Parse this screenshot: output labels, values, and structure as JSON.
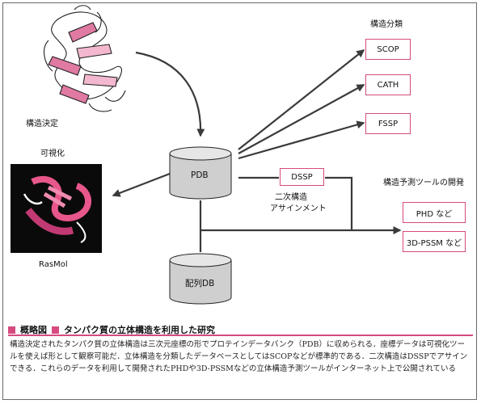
{
  "labels": {
    "structure_determination": "構造決定",
    "visualization": "可視化",
    "rasmol": "RasMol",
    "classification_title": "構造分類",
    "prediction_title": "構造予測ツールの開発",
    "secondary_assignment_line1": "二次構造",
    "secondary_assignment_line2": "アサインメント"
  },
  "databases": {
    "pdb": "PDB",
    "sequence_db": "配列DB"
  },
  "classification_boxes": [
    "SCOP",
    "CATH",
    "FSSP"
  ],
  "dssp": "DSSP",
  "prediction_boxes": [
    "PHD など",
    "3D-PSSM など"
  ],
  "caption": {
    "prefix": "概略図",
    "title": "タンパク質の立体構造を利用した研究",
    "body": "構造決定されたタンパク質の立体構造は三次元座標の形でプロテインデータバンク（PDB）に収められる．座標データは可視化ツールを使えば形として観察可能だ．立体構造を分類したデータベースとしてはSCOPなどが標準的である．二次構造はDSSPでアサインできる．これらのデータを利用して開発されたPHDや3D-PSSMなどの立体構造予測ツールがインターネット上で公開されている"
  },
  "colors": {
    "accent_pink": "#d64a7f",
    "arrow_gray": "#3a3a3a",
    "cylinder_fill": "#cfcfcf"
  },
  "icons": [
    "protein-ribbon-3d-icon",
    "rasmol-render-image"
  ]
}
